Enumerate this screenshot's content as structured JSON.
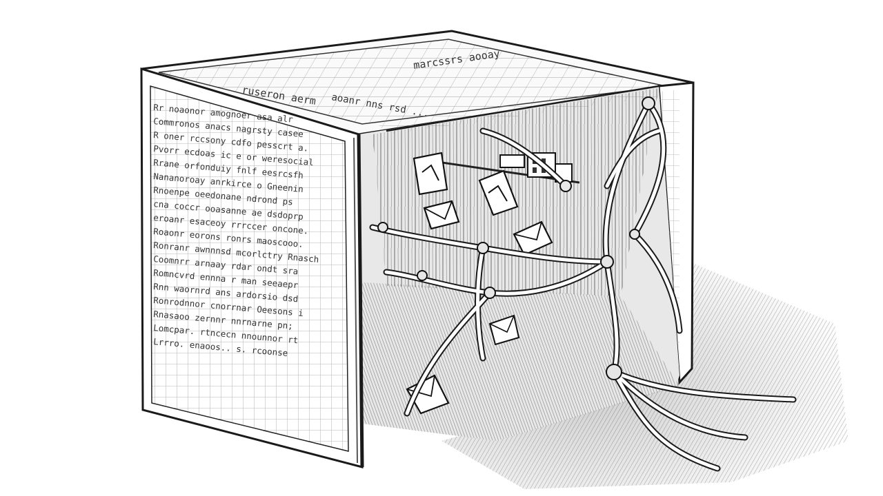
{
  "illustration": {
    "subject": "pencil-sketch cube with a cut-away side revealing a root-like network",
    "style": "monochrome pencil engraving",
    "colors": {
      "ink": "#1a1a1a",
      "shade": "#6b6b6b",
      "paper": "#ffffff",
      "grid": "#8a8a8a"
    },
    "icons": [
      "envelope-icon",
      "document-icon",
      "folder-icon",
      "building-icon"
    ]
  },
  "left_face_text_lines": [
    "Rr noaonor amognoer asa alr",
    "Commronos anacs nagrsty casee",
    "R oner rccsony cdfo pesscrt a.",
    "Pvorr ecdoas ic e or weresocial",
    "Rrane orfonduiy fnlf eesrcsfh",
    "Nananoroay anrkirce o Gneenin",
    "Rnoenpe oeedonane ndrond ps",
    "cna coccr ooasanne ae dsdoprp",
    "eroanr esaceoy rrrccer oncone.",
    "Roaonr eorons ronrs maoscooo.",
    "Ronranr awnnnsd mcorlctry Rnasch",
    "Coomnrr arnaay rdar ondt sra",
    "Romncvrd ennna r man seeaepr",
    "Rnn waornrd ans ardorsio dsd",
    "Ronrodnnor cnorrnar Oeesons i",
    "Rnasaoo zernnr nnrnarne pn;",
    "Lomcpar. rtncecn nnounnor rt",
    "Lrrro. enaoos.. s. rcoonse"
  ],
  "top_face_scribbles": [
    "marcssrs aooay",
    "ruseron aerm",
    "aoanr nns rsd ..."
  ]
}
